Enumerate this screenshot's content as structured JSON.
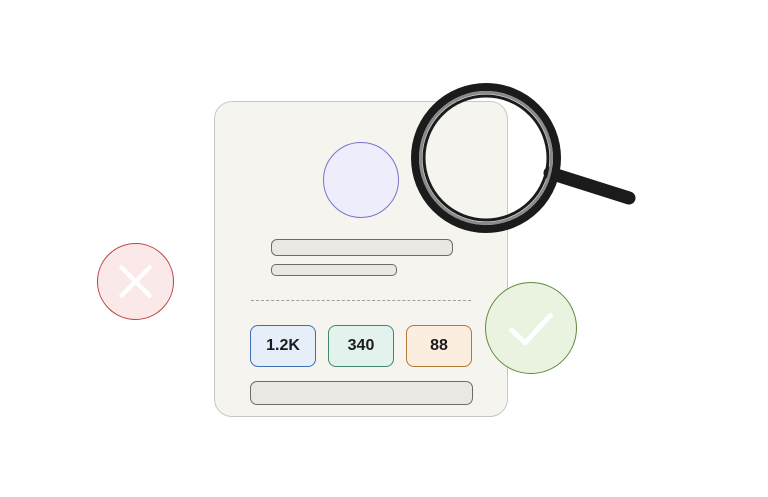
{
  "profile_card": {
    "stats": [
      {
        "value": "1.2K",
        "bg": "#e6eefa",
        "border": "#3b6fb6"
      },
      {
        "value": "340",
        "bg": "#e3f2ec",
        "border": "#3c8a6a"
      },
      {
        "value": "88",
        "bg": "#fbeede",
        "border": "#b27a37"
      }
    ]
  },
  "badges": {
    "reject": {
      "icon": "x-mark-icon",
      "bg": "#fbe9ea",
      "border": "#b8403f"
    },
    "approve": {
      "icon": "checkmark-icon",
      "bg": "#e9f3df",
      "border": "#5c8a3a"
    }
  },
  "magnifier": {
    "icon": "magnifying-glass-icon",
    "color": "#1b1b1b"
  }
}
